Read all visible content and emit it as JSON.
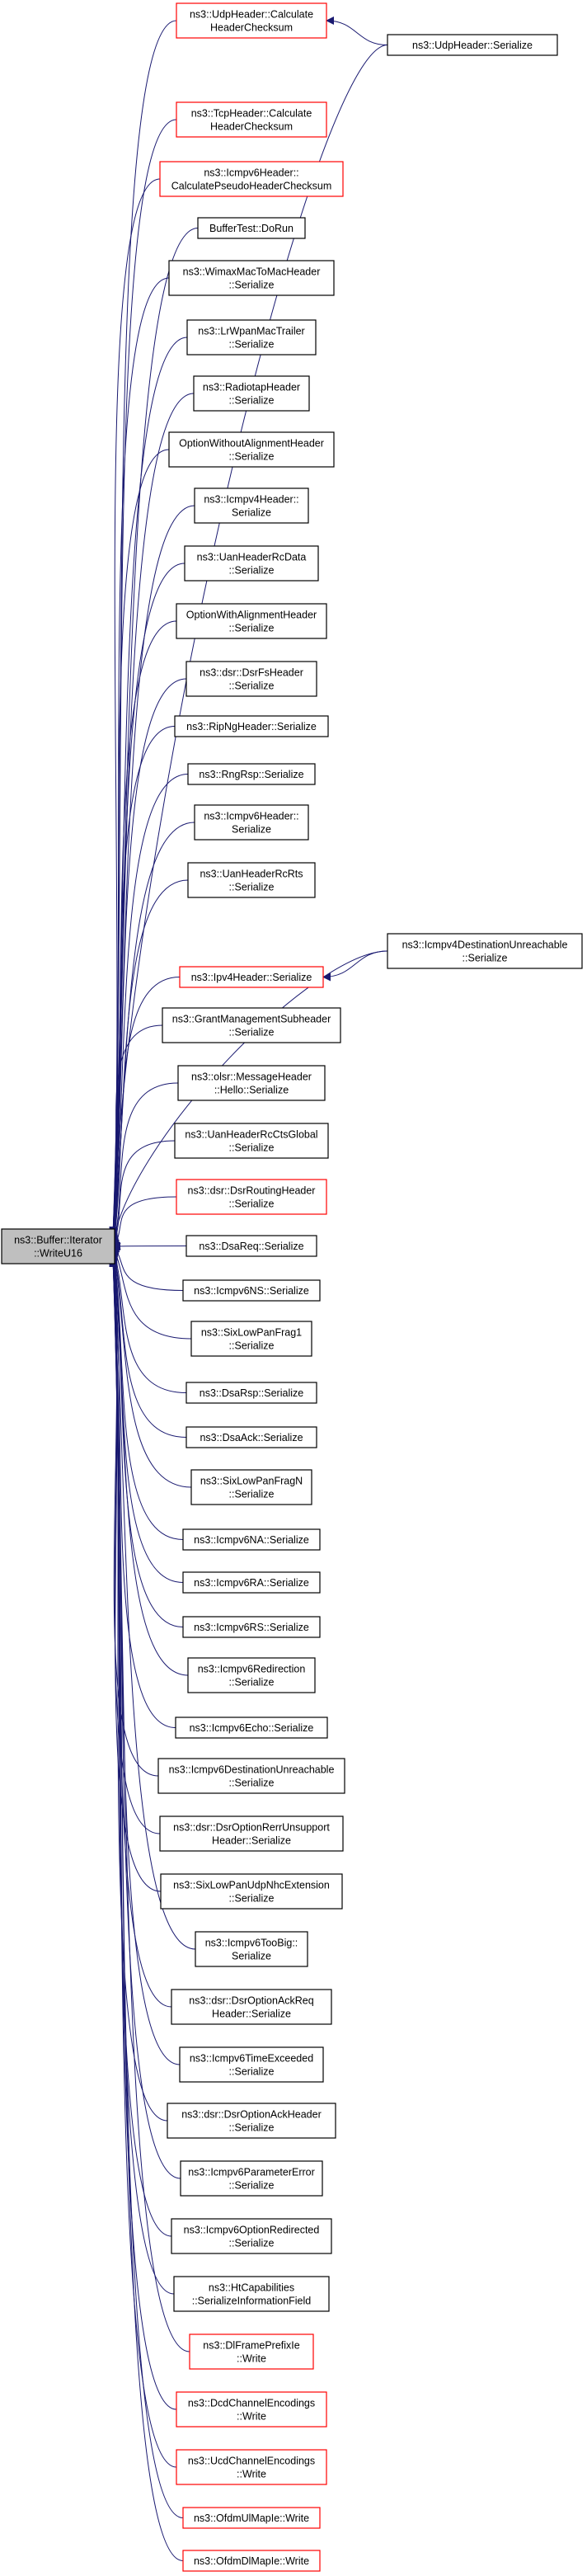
{
  "graph": {
    "colors": {
      "normal_border": "#000000",
      "truncated_border": "#ff0000",
      "focus_fill": "#bfbfbf",
      "node_fill": "#ffffff",
      "edge": "#191970"
    },
    "focus": {
      "id": "writeu16",
      "lines": [
        "ns3::Buffer::Iterator",
        "::WriteU16"
      ]
    },
    "nodes": [
      {
        "id": "udp-calc",
        "lines": [
          "ns3::UdpHeader::Calculate",
          "HeaderChecksum"
        ],
        "truncated": true
      },
      {
        "id": "udp-serialize",
        "lines": [
          "ns3::UdpHeader::Serialize"
        ],
        "truncated": false
      },
      {
        "id": "tcp-calc",
        "lines": [
          "ns3::TcpHeader::Calculate",
          "HeaderChecksum"
        ],
        "truncated": true
      },
      {
        "id": "icmpv6-calcpseudo",
        "lines": [
          "ns3::Icmpv6Header::",
          "CalculatePseudoHeaderChecksum"
        ],
        "truncated": true
      },
      {
        "id": "buffertest-dorun",
        "lines": [
          "BufferTest::DoRun"
        ],
        "truncated": false
      },
      {
        "id": "wimax-mac2mac",
        "lines": [
          "ns3::WimaxMacToMacHeader",
          "::Serialize"
        ],
        "truncated": false
      },
      {
        "id": "lrwpan-trailer",
        "lines": [
          "ns3::LrWpanMacTrailer",
          "::Serialize"
        ],
        "truncated": false
      },
      {
        "id": "radiotap",
        "lines": [
          "ns3::RadiotapHeader",
          "::Serialize"
        ],
        "truncated": false
      },
      {
        "id": "opt-noalign",
        "lines": [
          "OptionWithoutAlignmentHeader",
          "::Serialize"
        ],
        "truncated": false
      },
      {
        "id": "icmpv4header",
        "lines": [
          "ns3::Icmpv4Header::",
          "Serialize"
        ],
        "truncated": false
      },
      {
        "id": "uan-rcdata",
        "lines": [
          "ns3::UanHeaderRcData",
          "::Serialize"
        ],
        "truncated": false
      },
      {
        "id": "opt-align",
        "lines": [
          "OptionWithAlignmentHeader",
          "::Serialize"
        ],
        "truncated": false
      },
      {
        "id": "dsr-fs",
        "lines": [
          "ns3::dsr::DsrFsHeader",
          "::Serialize"
        ],
        "truncated": false
      },
      {
        "id": "ripng",
        "lines": [
          "ns3::RipNgHeader::Serialize"
        ],
        "truncated": false
      },
      {
        "id": "rngrsp",
        "lines": [
          "ns3::RngRsp::Serialize"
        ],
        "truncated": false
      },
      {
        "id": "icmpv6header",
        "lines": [
          "ns3::Icmpv6Header::",
          "Serialize"
        ],
        "truncated": false
      },
      {
        "id": "uan-rcrts",
        "lines": [
          "ns3::UanHeaderRcRts",
          "::Serialize"
        ],
        "truncated": false
      },
      {
        "id": "icmpv4-destunreach",
        "lines": [
          "ns3::Icmpv4DestinationUnreachable",
          "::Serialize"
        ],
        "truncated": false
      },
      {
        "id": "ipv4header",
        "lines": [
          "ns3::Ipv4Header::Serialize"
        ],
        "truncated": true
      },
      {
        "id": "grantmgmt",
        "lines": [
          "ns3::GrantManagementSubheader",
          "::Serialize"
        ],
        "truncated": false
      },
      {
        "id": "olsr-hello",
        "lines": [
          "ns3::olsr::MessageHeader",
          "::Hello::Serialize"
        ],
        "truncated": false
      },
      {
        "id": "uan-ctsglobal",
        "lines": [
          "ns3::UanHeaderRcCtsGlobal",
          "::Serialize"
        ],
        "truncated": false
      },
      {
        "id": "dsr-routing",
        "lines": [
          "ns3::dsr::DsrRoutingHeader",
          "::Serialize"
        ],
        "truncated": true
      },
      {
        "id": "dsareq",
        "lines": [
          "ns3::DsaReq::Serialize"
        ],
        "truncated": false
      },
      {
        "id": "icmpv6ns",
        "lines": [
          "ns3::Icmpv6NS::Serialize"
        ],
        "truncated": false
      },
      {
        "id": "sixlowpan-frag1",
        "lines": [
          "ns3::SixLowPanFrag1",
          "::Serialize"
        ],
        "truncated": false
      },
      {
        "id": "dsarsp",
        "lines": [
          "ns3::DsaRsp::Serialize"
        ],
        "truncated": false
      },
      {
        "id": "dsaack",
        "lines": [
          "ns3::DsaAck::Serialize"
        ],
        "truncated": false
      },
      {
        "id": "sixlowpan-fragn",
        "lines": [
          "ns3::SixLowPanFragN",
          "::Serialize"
        ],
        "truncated": false
      },
      {
        "id": "icmpv6na",
        "lines": [
          "ns3::Icmpv6NA::Serialize"
        ],
        "truncated": false
      },
      {
        "id": "icmpv6ra",
        "lines": [
          "ns3::Icmpv6RA::Serialize"
        ],
        "truncated": false
      },
      {
        "id": "icmpv6rs",
        "lines": [
          "ns3::Icmpv6RS::Serialize"
        ],
        "truncated": false
      },
      {
        "id": "icmpv6redirection",
        "lines": [
          "ns3::Icmpv6Redirection",
          "::Serialize"
        ],
        "truncated": false
      },
      {
        "id": "icmpv6echo",
        "lines": [
          "ns3::Icmpv6Echo::Serialize"
        ],
        "truncated": false
      },
      {
        "id": "icmpv6-destunreach",
        "lines": [
          "ns3::Icmpv6DestinationUnreachable",
          "::Serialize"
        ],
        "truncated": false
      },
      {
        "id": "dsr-rerr-unsupport",
        "lines": [
          "ns3::dsr::DsrOptionRerrUnsupport",
          "Header::Serialize"
        ],
        "truncated": false
      },
      {
        "id": "sixlowpan-udpnhc",
        "lines": [
          "ns3::SixLowPanUdpNhcExtension",
          "::Serialize"
        ],
        "truncated": false
      },
      {
        "id": "icmpv6toobig",
        "lines": [
          "ns3::Icmpv6TooBig::",
          "Serialize"
        ],
        "truncated": false
      },
      {
        "id": "dsr-ackreq",
        "lines": [
          "ns3::dsr::DsrOptionAckReq",
          "Header::Serialize"
        ],
        "truncated": false
      },
      {
        "id": "icmpv6timeexceeded",
        "lines": [
          "ns3::Icmpv6TimeExceeded",
          "::Serialize"
        ],
        "truncated": false
      },
      {
        "id": "dsr-ackheader",
        "lines": [
          "ns3::dsr::DsrOptionAckHeader",
          "::Serialize"
        ],
        "truncated": false
      },
      {
        "id": "icmpv6paramerror",
        "lines": [
          "ns3::Icmpv6ParameterError",
          "::Serialize"
        ],
        "truncated": false
      },
      {
        "id": "icmpv6optredirected",
        "lines": [
          "ns3::Icmpv6OptionRedirected",
          "::Serialize"
        ],
        "truncated": false
      },
      {
        "id": "htcapabilities",
        "lines": [
          "ns3::HtCapabilities",
          "::SerializeInformationField"
        ],
        "truncated": false
      },
      {
        "id": "dlframeprefix",
        "lines": [
          "ns3::DlFramePrefixIe",
          "::Write"
        ],
        "truncated": true
      },
      {
        "id": "dcdchannel",
        "lines": [
          "ns3::DcdChannelEncodings",
          "::Write"
        ],
        "truncated": true
      },
      {
        "id": "ucdchannel",
        "lines": [
          "ns3::UcdChannelEncodings",
          "::Write"
        ],
        "truncated": true
      },
      {
        "id": "ofdmulmap",
        "lines": [
          "ns3::OfdmUlMapIe::Write"
        ],
        "truncated": true
      },
      {
        "id": "ofdmdlmap",
        "lines": [
          "ns3::OfdmDlMapIe::Write"
        ],
        "truncated": true
      }
    ],
    "edges": [
      {
        "from": "udp-calc",
        "to": "writeu16"
      },
      {
        "from": "udp-serialize",
        "to": "writeu16"
      },
      {
        "from": "udp-serialize",
        "to": "udp-calc"
      },
      {
        "from": "tcp-calc",
        "to": "writeu16"
      },
      {
        "from": "icmpv6-calcpseudo",
        "to": "writeu16"
      },
      {
        "from": "buffertest-dorun",
        "to": "writeu16"
      },
      {
        "from": "wimax-mac2mac",
        "to": "writeu16"
      },
      {
        "from": "lrwpan-trailer",
        "to": "writeu16"
      },
      {
        "from": "radiotap",
        "to": "writeu16"
      },
      {
        "from": "opt-noalign",
        "to": "writeu16"
      },
      {
        "from": "icmpv4header",
        "to": "writeu16"
      },
      {
        "from": "uan-rcdata",
        "to": "writeu16"
      },
      {
        "from": "opt-align",
        "to": "writeu16"
      },
      {
        "from": "dsr-fs",
        "to": "writeu16"
      },
      {
        "from": "ripng",
        "to": "writeu16"
      },
      {
        "from": "rngrsp",
        "to": "writeu16"
      },
      {
        "from": "icmpv6header",
        "to": "writeu16"
      },
      {
        "from": "uan-rcrts",
        "to": "writeu16"
      },
      {
        "from": "icmpv4-destunreach",
        "to": "writeu16"
      },
      {
        "from": "icmpv4-destunreach",
        "to": "ipv4header"
      },
      {
        "from": "ipv4header",
        "to": "writeu16"
      },
      {
        "from": "grantmgmt",
        "to": "writeu16"
      },
      {
        "from": "olsr-hello",
        "to": "writeu16"
      },
      {
        "from": "uan-ctsglobal",
        "to": "writeu16"
      },
      {
        "from": "dsr-routing",
        "to": "writeu16"
      },
      {
        "from": "dsareq",
        "to": "writeu16"
      },
      {
        "from": "icmpv6ns",
        "to": "writeu16"
      },
      {
        "from": "sixlowpan-frag1",
        "to": "writeu16"
      },
      {
        "from": "dsarsp",
        "to": "writeu16"
      },
      {
        "from": "dsaack",
        "to": "writeu16"
      },
      {
        "from": "sixlowpan-fragn",
        "to": "writeu16"
      },
      {
        "from": "icmpv6na",
        "to": "writeu16"
      },
      {
        "from": "icmpv6ra",
        "to": "writeu16"
      },
      {
        "from": "icmpv6rs",
        "to": "writeu16"
      },
      {
        "from": "icmpv6redirection",
        "to": "writeu16"
      },
      {
        "from": "icmpv6echo",
        "to": "writeu16"
      },
      {
        "from": "icmpv6-destunreach",
        "to": "writeu16"
      },
      {
        "from": "dsr-rerr-unsupport",
        "to": "writeu16"
      },
      {
        "from": "sixlowpan-udpnhc",
        "to": "writeu16"
      },
      {
        "from": "icmpv6toobig",
        "to": "writeu16"
      },
      {
        "from": "dsr-ackreq",
        "to": "writeu16"
      },
      {
        "from": "icmpv6timeexceeded",
        "to": "writeu16"
      },
      {
        "from": "dsr-ackheader",
        "to": "writeu16"
      },
      {
        "from": "icmpv6paramerror",
        "to": "writeu16"
      },
      {
        "from": "icmpv6optredirected",
        "to": "writeu16"
      },
      {
        "from": "htcapabilities",
        "to": "writeu16"
      },
      {
        "from": "dlframeprefix",
        "to": "writeu16"
      },
      {
        "from": "dcdchannel",
        "to": "writeu16"
      },
      {
        "from": "ucdchannel",
        "to": "writeu16"
      },
      {
        "from": "ofdmulmap",
        "to": "writeu16"
      },
      {
        "from": "ofdmdlmap",
        "to": "writeu16"
      }
    ]
  }
}
